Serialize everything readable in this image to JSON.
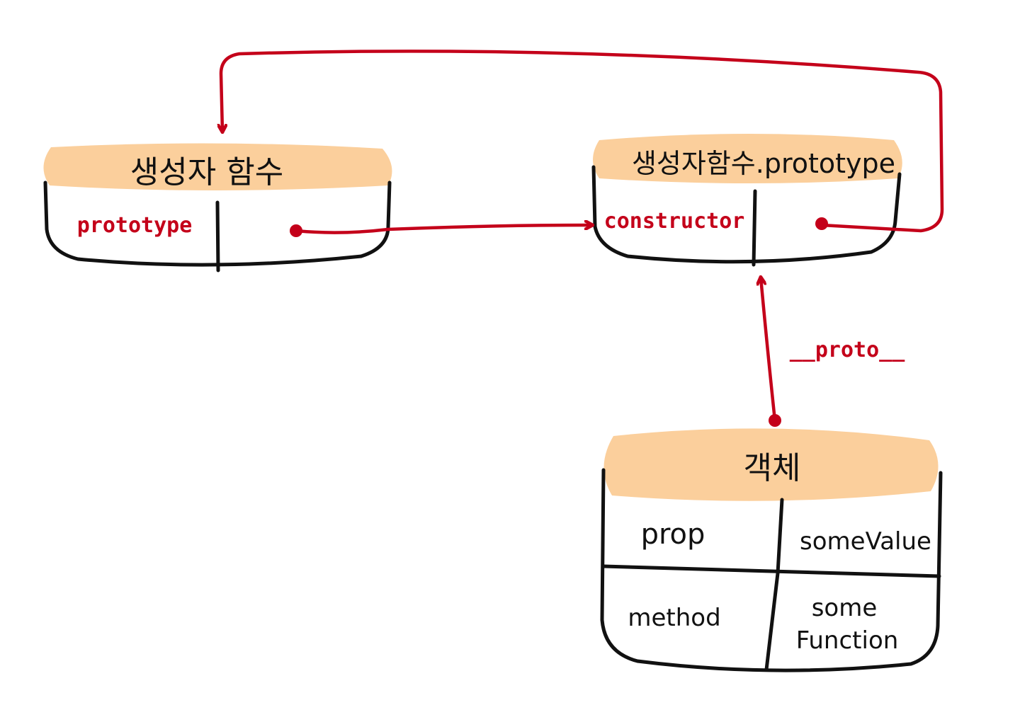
{
  "boxes": {
    "constructor_fn": {
      "title": "생성자 함수",
      "field_name": "prototype"
    },
    "prototype_obj": {
      "title": "생성자함수.prototype",
      "field_name": "constructor"
    },
    "instance": {
      "title": "객체",
      "rows": [
        {
          "key": "prop",
          "value": "someValue"
        },
        {
          "key": "method",
          "value_line1": "some",
          "value_line2": "Function"
        }
      ]
    }
  },
  "edges": {
    "proto_label": "__proto__"
  },
  "colors": {
    "header": "#fbcf9c",
    "arrow": "#c4001a",
    "outline": "#111111"
  }
}
